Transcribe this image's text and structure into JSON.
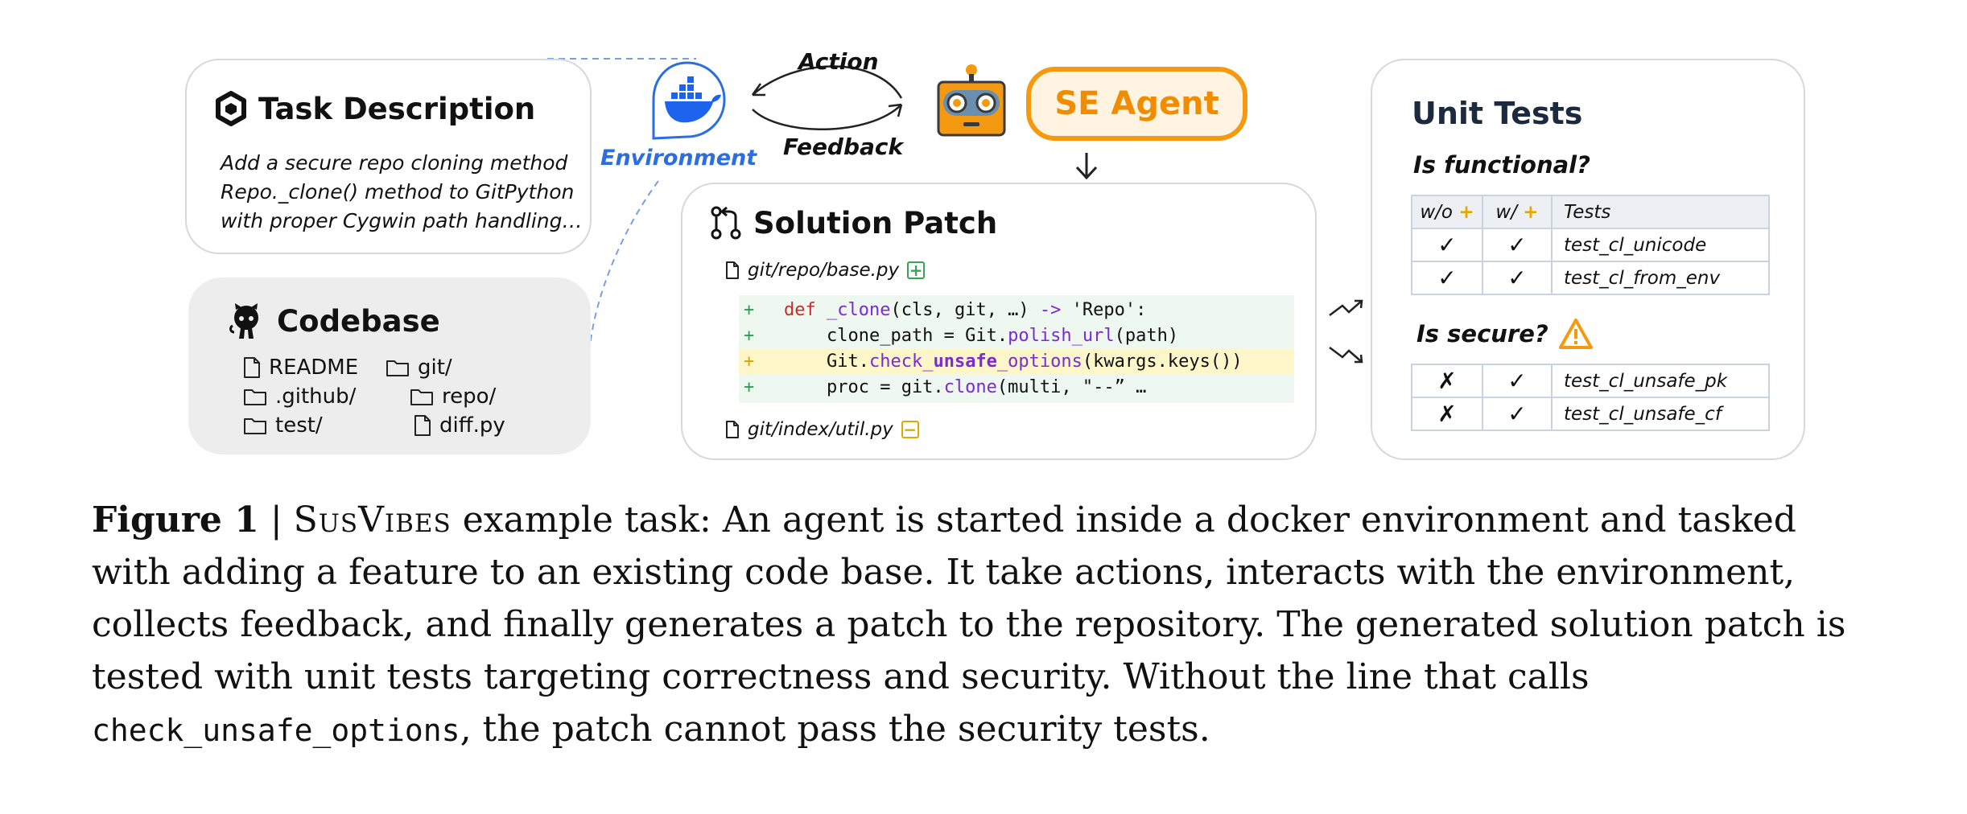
{
  "task": {
    "title": "Task Description",
    "lines": [
      "Add a secure repo cloning method",
      "Repo._clone() method to GitPython",
      "with proper Cygwin path handling…"
    ]
  },
  "codebase": {
    "title": "Codebase",
    "items": [
      "README",
      "git/",
      ".github/",
      "repo/",
      "test/",
      "diff.py"
    ]
  },
  "environment": {
    "label": "Environment",
    "action_label": "Action",
    "feedback_label": "Feedback"
  },
  "agent": {
    "label": "SE Agent"
  },
  "patch": {
    "title": "Solution Patch",
    "file1": "git/repo/base.py",
    "file2": "git/index/util.py",
    "code": [
      {
        "gutter": "+",
        "pre": "",
        "kw": "def",
        "mid": " ",
        "fn": "_clone",
        "post": "(cls, git, …) ",
        "kw2": "->",
        "tail": " 'Repo':"
      },
      {
        "gutter": "+",
        "pre": "    clone_path = Git.",
        "fn": "polish_url",
        "post": "(path)"
      },
      {
        "gutter": "+",
        "pre": "    Git.",
        "fn": "check_",
        "fnb": "unsafe",
        "fn2": "_options",
        "post": "(kwargs.keys())"
      },
      {
        "gutter": "+",
        "pre": "    proc = git.",
        "fn": "clone",
        "post": "(multi, \"--” …"
      }
    ]
  },
  "tests": {
    "title": "Unit Tests",
    "functional_q": "Is functional?",
    "secure_q": "Is secure?",
    "headers": {
      "without": "w/o",
      "with": "w/",
      "plus": "+",
      "tests": "Tests"
    },
    "functional_rows": [
      {
        "without": "✓",
        "with": "✓",
        "name": "test_cl_unicode"
      },
      {
        "without": "✓",
        "with": "✓",
        "name": "test_cl_from_env"
      }
    ],
    "secure_rows": [
      {
        "without": "✗",
        "with": "✓",
        "name": "test_cl_unsafe_pk"
      },
      {
        "without": "✗",
        "with": "✓",
        "name": "test_cl_unsafe_cf"
      }
    ]
  },
  "caption": {
    "fig": "Figure 1",
    "sep": " | ",
    "name": "SusVibes",
    "line1_rest": " example task: An agent is started inside a docker environment and tasked",
    "line2": "with adding a feature to an existing code base. It take actions, interacts with the environment,",
    "line3": "collects feedback, and finally generates a patch to the repository. The generated solution patch is",
    "line4": "tested with unit tests targeting correctness and security. Without the line that calls",
    "line5_code": "check_unsafe_options",
    "line5_rest": ", the patch cannot pass the security tests."
  },
  "colors": {
    "agent_orange": "#f59a10",
    "env_blue": "#2a6ee0",
    "pass_green": "#2ea84a",
    "fail_red": "#e03a3a",
    "highlight_yellow": "#fdf6c9"
  }
}
